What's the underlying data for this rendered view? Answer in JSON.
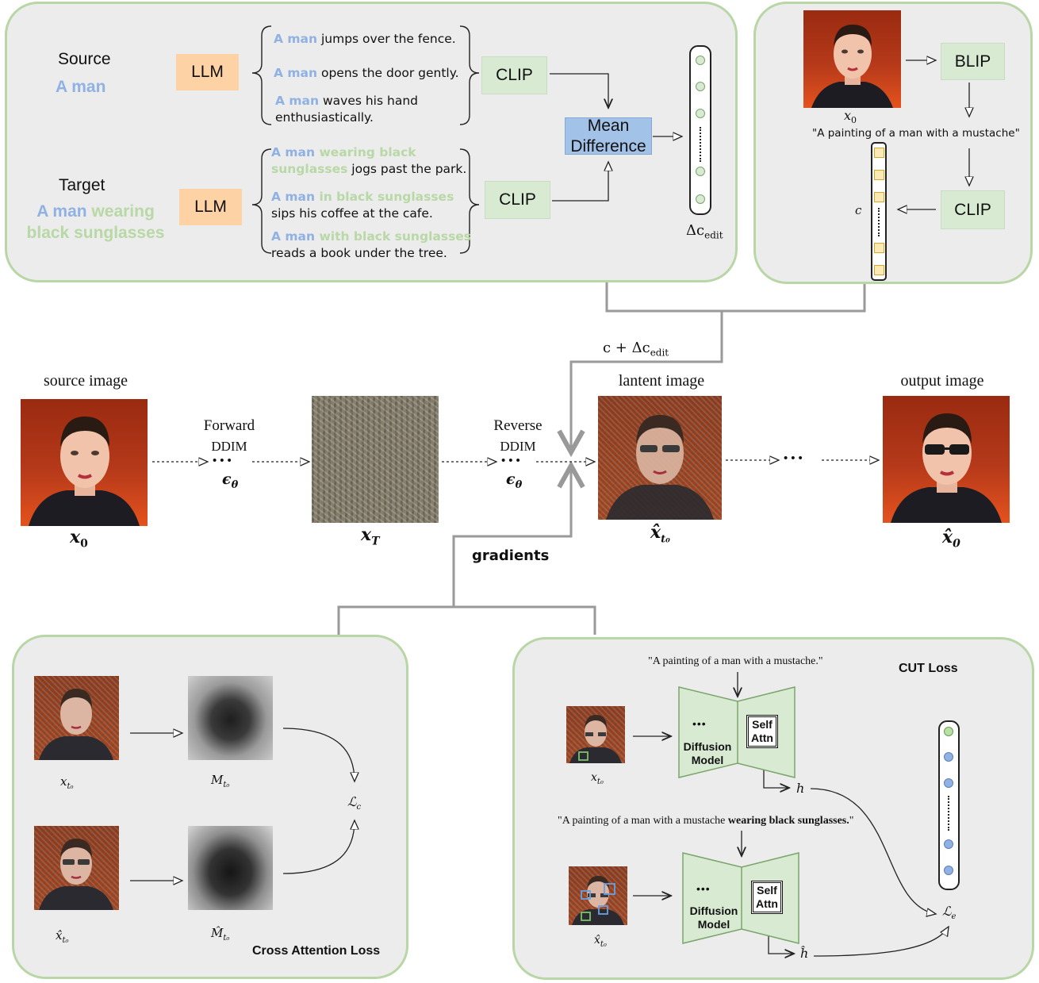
{
  "top_left": {
    "source_label": "Source",
    "source_prompt": "A man",
    "target_label": "Target",
    "target_prompt_a": "A man",
    "target_prompt_b": " wearing",
    "target_prompt_c": "black sunglasses",
    "llm_label": "LLM",
    "clip_label": "CLIP",
    "mean_diff_line1": "Mean",
    "mean_diff_line2": "Difference",
    "delta_label": "Δc",
    "delta_sub": "edit",
    "source_sentences": [
      {
        "a": "A man",
        "b": " jumps over  the fence."
      },
      {
        "a": "A man",
        "b": " opens the door gently."
      },
      {
        "a": "A man",
        "b": " waves his hand",
        "c": "enthusiastically."
      }
    ],
    "target_sentences": [
      {
        "a": "A man",
        "g": " wearing black",
        "g2": "sunglasses",
        "b": " jogs past the park."
      },
      {
        "a": "A man",
        "g": " in black sunglasses",
        "b": "sips his coffee at the cafe."
      },
      {
        "a": "A man",
        "g": " with black sunglasses",
        "b": "reads a book under the tree."
      }
    ]
  },
  "top_right": {
    "blip_label": "BLIP",
    "clip_label": "CLIP",
    "caption": "\"A painting of a man with a mustache\"",
    "x0_label": "x",
    "x0_sub": "0",
    "c_label": "c"
  },
  "middle": {
    "cond_label": "c + Δc",
    "cond_sub": "edit",
    "source_title": "source image",
    "latent_title": "lantent image",
    "output_title": "output image",
    "forward_line1": "Forward",
    "forward_line2": "DDIM",
    "reverse_line1": "Reverse",
    "reverse_line2": "DDIM",
    "eps": "ϵ",
    "eps_sub": "θ",
    "x0": "x",
    "x0_sub": "0",
    "xT": "x",
    "xT_sub": "T",
    "xhat_t0": "x̂",
    "xhat_t0_sub": "t₀",
    "xhat_0": "x̂",
    "xhat_0_sub": "0",
    "gradients_label": "gradients"
  },
  "bottom_left": {
    "title": "Cross Attention Loss",
    "x_t0": "x",
    "x_t0_sub": "t₀",
    "M_t0": "M",
    "M_t0_sub": "t₀",
    "xhat_t0": "x̂",
    "xhat_t0_sub": "t₀",
    "Mhat_t0": "M̂",
    "Mhat_t0_sub": "t₀",
    "loss": "ℒ",
    "loss_sub": "c"
  },
  "bottom_right": {
    "title": "CUT Loss",
    "caption1": "\"A painting of a man with a mustache.\"",
    "caption2_plain": "\"A painting of a man with a mustache ",
    "caption2_bold": "wearing black sunglasses.",
    "caption2_end": "\"",
    "model_label": "Diffusion Model",
    "model_dots": "•••",
    "self_attn": "Self Attn",
    "h": "h",
    "h_hat": "ĥ",
    "x_t0": "x",
    "x_t0_sub": "t₀",
    "xhat_t0": "x̂",
    "xhat_t0_sub": "t₀",
    "loss": "ℒ",
    "loss_sub": "e"
  },
  "colors": {
    "panel_border": "#b9d6a6",
    "panel_fill": "#ececec",
    "llm": "#fdd3a5",
    "clip": "#d9ead3",
    "mean_difference": "#a3c2e8",
    "text_blue": "#8fb1e3",
    "text_green": "#b8d8a6"
  }
}
